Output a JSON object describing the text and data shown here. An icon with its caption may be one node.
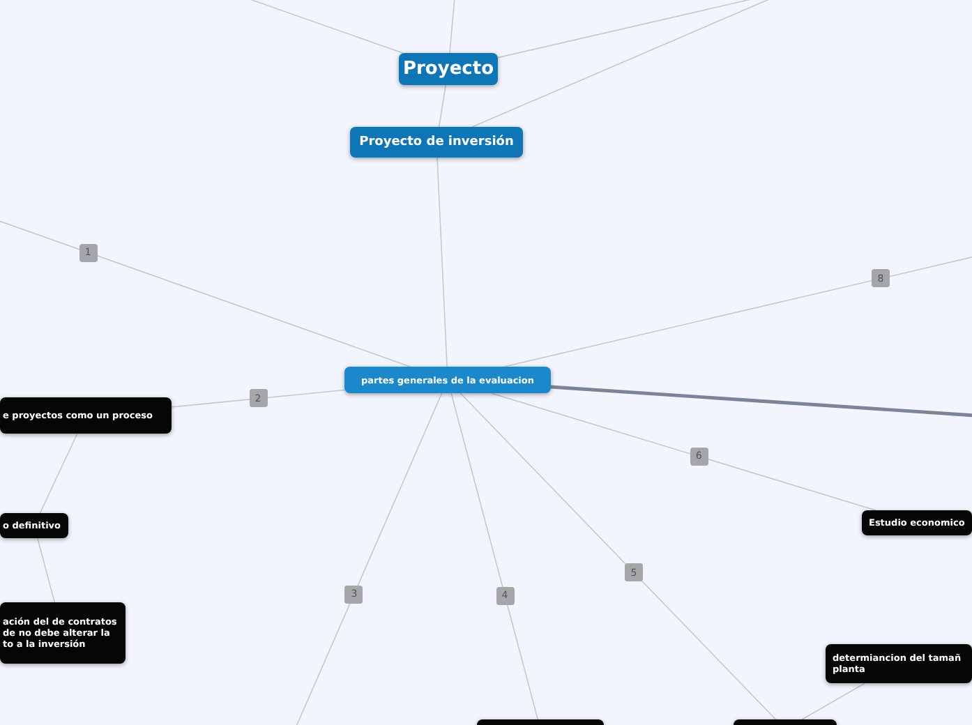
{
  "diagram": {
    "nodes": [
      {
        "text": [
          "Proyecto"
        ]
      },
      {
        "text": [
          "Proyecto de inversión"
        ]
      },
      {
        "text": [
          "partes generales de la evaluacion"
        ]
      },
      {
        "text": [
          "e proyectos como un proceso"
        ]
      },
      {
        "text": [
          "o definitivo"
        ]
      },
      {
        "text": [
          "ación del de contratos de no debe alterar la to a la inversión"
        ]
      },
      {
        "text": [
          "Estudio economico"
        ]
      },
      {
        "text": [
          "determiancion del tamañ planta"
        ]
      },
      {
        "text": [],
        "shape": "box"
      },
      {
        "text": [],
        "shape": "box"
      }
    ],
    "edges": [
      {
        "from": null,
        "to": 0,
        "arrow": "none"
      },
      {
        "from": null,
        "to": 0,
        "arrow": "none"
      },
      {
        "from": 0,
        "to": null,
        "arrow": "none"
      },
      {
        "from": 0,
        "to": 1,
        "arrow": "none"
      },
      {
        "from": 1,
        "to": null,
        "arrow": "none"
      },
      {
        "from": 1,
        "to": 2,
        "arrow": "none"
      },
      {
        "from": 2,
        "to": null,
        "arrow": "none",
        "label": "1"
      },
      {
        "from": 2,
        "to": 3,
        "arrow": "none",
        "label": "2"
      },
      {
        "from": 2,
        "to": null,
        "arrow": "none",
        "label": "3"
      },
      {
        "from": 2,
        "to": 8,
        "arrow": "none",
        "label": "4"
      },
      {
        "from": 2,
        "to": 9,
        "arrow": "none",
        "label": "5"
      },
      {
        "from": 2,
        "to": 6,
        "arrow": "none",
        "label": "6"
      },
      {
        "from": 2,
        "to": null,
        "arrow": "none",
        "style": "thick",
        "color": "#7c8498"
      },
      {
        "from": 2,
        "to": null,
        "arrow": "none",
        "label": "8"
      },
      {
        "from": 3,
        "to": 4,
        "arrow": "none"
      },
      {
        "from": 4,
        "to": 5,
        "arrow": "none"
      },
      {
        "from": 7,
        "to": 9,
        "arrow": "none"
      }
    ]
  }
}
